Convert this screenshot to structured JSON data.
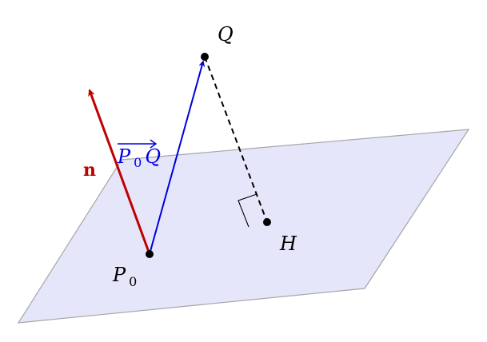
{
  "colors": {
    "plane_fill": "#e6e6fa",
    "plane_stroke": "#a6a6a6",
    "normal_vector": "#c00000",
    "pq_vector": "#0000e0",
    "perpendicular": "#000000",
    "point": "#000000"
  },
  "labels": {
    "point_q": "Q",
    "point_h": "H",
    "point_p0_main": "P",
    "point_p0_sub": "0",
    "normal_vector": "n",
    "vector_pq_p": "P",
    "vector_pq_sub": "0",
    "vector_pq_q": "Q"
  }
}
